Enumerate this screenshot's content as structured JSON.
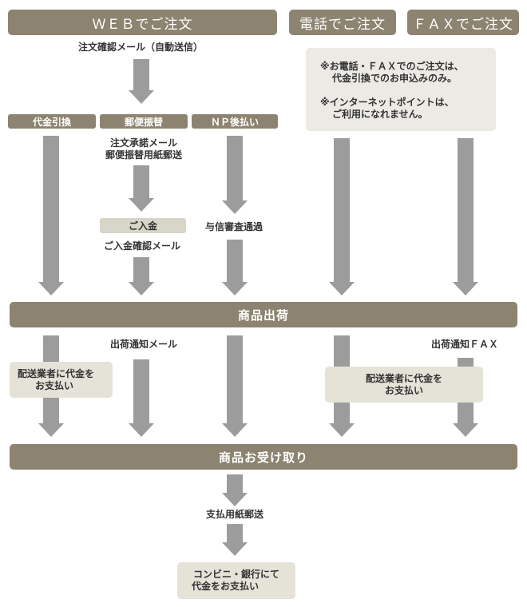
{
  "headers": {
    "web": "ＷＥＢでご注文",
    "phone": "電話でご注文",
    "fax": "ＦＡＸでご注文"
  },
  "web_methods": {
    "cod": "代金引換",
    "postal": "郵便振替",
    "np": "ＮＰ後払い"
  },
  "labels": {
    "order_confirm_mail": "注文確認メール（自動送信）",
    "postal_notice_1": "注文承諾メール",
    "postal_notice_2": "郵便振替用紙郵送",
    "payment_chip": "ご入金",
    "payment_confirm_mail": "ご入金確認メール",
    "credit_check": "与信審査通過",
    "ship_mail": "出荷通知メール",
    "ship_fax": "出荷通知ＦＡＸ",
    "form_mail": "支払用紙郵送"
  },
  "notes": {
    "line1": "※お電話・ＦＡＸでのご注文は、",
    "line2": "代金引換でのお申込みのみ。",
    "line3": "※インターネットポイントは、",
    "line4": "ご利用になれません。"
  },
  "bands": {
    "shipping": "商品出荷",
    "receipt": "商品お受け取り"
  },
  "pay_boxes": {
    "web_line1": "配送業者に代金を",
    "web_line2": "お支払い",
    "phone_line1": "配送業者に代金を",
    "phone_line2": "お支払い",
    "store_line1": "コンビニ・銀行にて",
    "store_line2": "代金をお支払い"
  },
  "colors": {
    "header": "#8c8470",
    "arrow": "#9c9c9c",
    "note_box": "#eceae5",
    "chip": "#d8d5c9"
  }
}
